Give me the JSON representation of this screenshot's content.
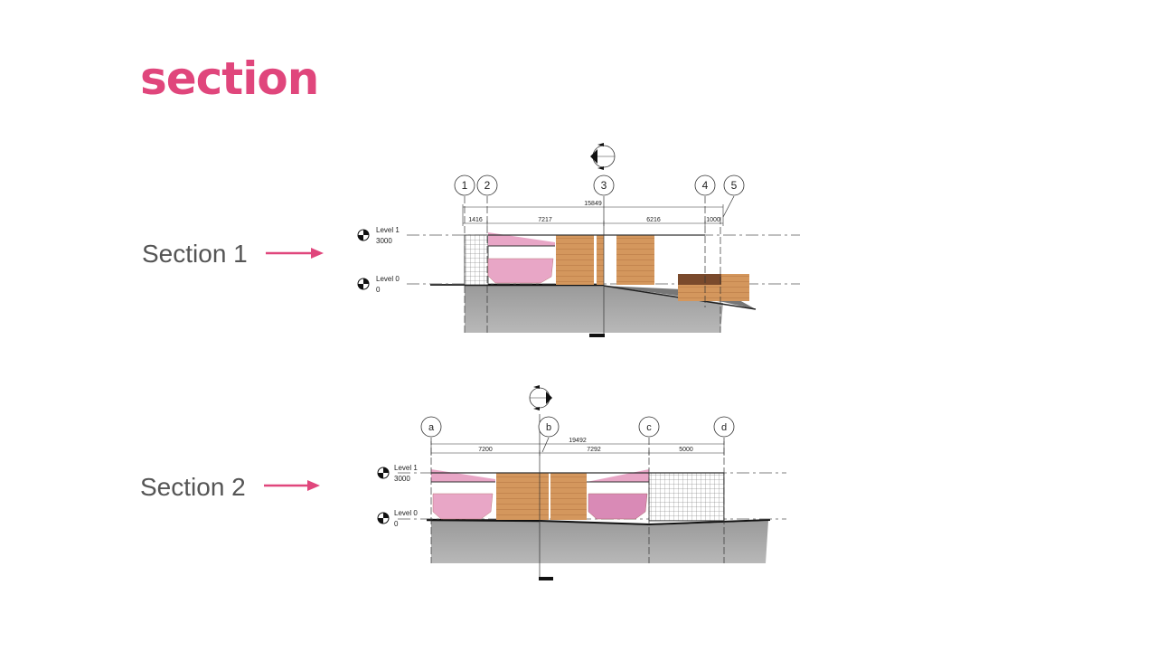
{
  "page": {
    "title": "section"
  },
  "colors": {
    "accent": "#e0467c",
    "label": "#555555",
    "ground": "#a6a6a6",
    "timber": "#d4975d",
    "pink": "#e8a6c6",
    "dark_timber": "#7a4a2c"
  },
  "sections": [
    {
      "label": "Section 1",
      "grid_lines": [
        "1",
        "2",
        "3",
        "4",
        "5"
      ],
      "overall_dimension": "15849",
      "dimensions": [
        "1416",
        "7217",
        "6216",
        "1000"
      ],
      "levels": [
        {
          "name": "Level 1",
          "elevation": "3000"
        },
        {
          "name": "Level 0",
          "elevation": "0"
        }
      ]
    },
    {
      "label": "Section 2",
      "grid_lines": [
        "a",
        "b",
        "c",
        "d"
      ],
      "overall_dimension": "19492",
      "dimensions": [
        "7200",
        "7292",
        "5000"
      ],
      "levels": [
        {
          "name": "Level 1",
          "elevation": "3000"
        },
        {
          "name": "Level 0",
          "elevation": "0"
        }
      ]
    }
  ]
}
